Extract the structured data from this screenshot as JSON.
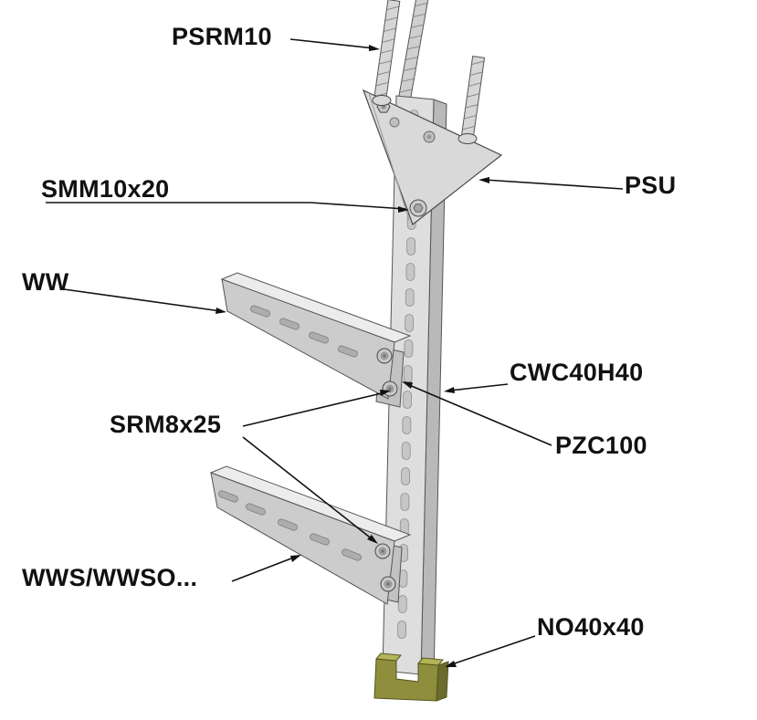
{
  "diagram": {
    "labels": {
      "psrm10": "PSRM10",
      "smm10x20": "SMM10x20",
      "psu": "PSU",
      "ww": "WW",
      "cwc40h40": "CWC40H40",
      "srm8x25": "SRM8x25",
      "pzc100": "PZC100",
      "wws_wwso": "WWS/WWSO...",
      "no40x40": "NO40x40"
    },
    "colors": {
      "background": "#ffffff",
      "line": "#111111",
      "steel_light": "#dedede",
      "steel_mid": "#c2c2c2",
      "steel_dark": "#b9b9b9",
      "end_cap": "#8e8e3c"
    }
  }
}
